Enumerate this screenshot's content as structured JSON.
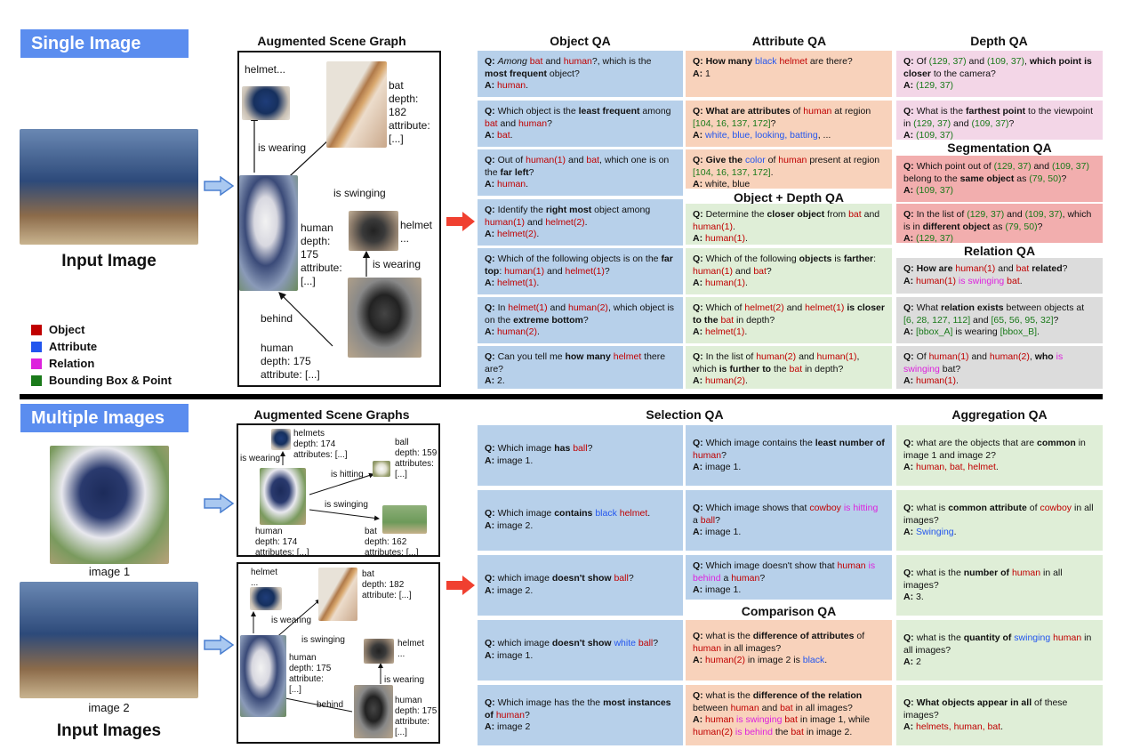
{
  "colors": {
    "object": "#c00000",
    "attribute": "#2255ee",
    "relation": "#dd22dd",
    "bbox": "#1a7a1a",
    "banner": "#5b8def"
  },
  "single": {
    "banner": "Single Image",
    "input_label": "Input Image",
    "sg_title": "Augmented Scene Graph",
    "sg": {
      "helmet": "helmet...",
      "bat": "bat\ndepth:\n182\nattribute:\n[...]",
      "is_wearing1": "is wearing",
      "is_swinging": "is swinging",
      "human1": "human\ndepth:\n175\nattribute:\n[...]",
      "helmet2": "helmet\n...",
      "is_wearing2": "is wearing",
      "behind": "behind",
      "human2": "human\ndepth: 175\nattribute: [...]"
    }
  },
  "legend": [
    {
      "label": "Object",
      "color": "#c00000"
    },
    {
      "label": "Attribute",
      "color": "#2255ee"
    },
    {
      "label": "Relation",
      "color": "#dd22dd"
    },
    {
      "label": "Bounding Box & Point",
      "color": "#1a7a1a"
    }
  ],
  "headers": {
    "object_qa": "Object QA",
    "attribute_qa": "Attribute QA",
    "depth_qa": "Depth QA",
    "seg_qa": "Segmentation QA",
    "objdepth_qa": "Object + Depth QA",
    "relation_qa": "Relation QA",
    "selection_qa": "Selection QA",
    "aggregation_qa": "Aggregation QA",
    "comparison_qa": "Comparison QA"
  },
  "multi": {
    "banner": "Multiple Images",
    "sg_title": "Augmented Scene Graphs",
    "image1": "image 1",
    "image2": "image 2",
    "input_label": "Input Images",
    "sg1": {
      "helmets": "helmets\ndepth: 174\nattributes: [...]",
      "is_wearing": "is wearing",
      "ball": "ball\ndepth: 159\nattributes:\n[...]",
      "is_hitting": "is hitting",
      "is_swinging": "is swinging",
      "human": "human\ndepth: 174\nattributes: [...]",
      "bat": "bat\ndepth: 162\nattributes: [...]"
    },
    "sg2": {
      "helmet": "helmet\n...",
      "bat": "bat\ndepth: 182\nattribute: [...]",
      "is_wearing": "is wearing",
      "is_swinging": "is swinging",
      "helmet2": "helmet\n...",
      "human": "human\ndepth: 175\nattribute:\n[...]",
      "is_wearing2": "is wearing",
      "behind": "behind",
      "human2": "human\ndepth: 175\nattribute:\n[...]"
    }
  },
  "cards": [
    {
      "id": "o1",
      "html": "<b>Q:</b> <i>Among</i> <span class='t-r'>bat</span> and <span class='t-r'>human</span>?, which is the <b>most frequent</b> object?<br><b>A:</b> <span class='t-r'>human</span>."
    },
    {
      "id": "o2",
      "html": "<b>Q:</b> Which object is the <b>least frequent</b> among <span class='t-r'>bat</span> and <span class='t-r'>human</span>?<br><b>A:</b> <span class='t-r'>bat</span>."
    },
    {
      "id": "o3",
      "html": "<b>Q:</b> Out of <span class='t-r'>human(1)</span> and <span class='t-r'>bat</span>, which one is on the <b>far left</b>?<br><b>A:</b> <span class='t-r'>human</span>."
    },
    {
      "id": "o4",
      "html": "<b>Q:</b> Identify the <b>right most</b> object among <span class='t-r'>human(1)</span> and <span class='t-r'>helmet(2)</span>.<br><b>A:</b> <span class='t-r'>helmet(2)</span>."
    },
    {
      "id": "o5",
      "html": "<b>Q:</b> Which of the following objects is on the <b>far top</b>: <span class='t-r'>human(1)</span> and <span class='t-r'>helmet(1)</span>?<br><b>A:</b> <span class='t-r'>helmet(1)</span>."
    },
    {
      "id": "o6",
      "html": "<b>Q:</b> In <span class='t-r'>helmet(1)</span> and <span class='t-r'>human(2)</span>, which object is on the <b>extreme bottom</b>?<br><b>A:</b> <span class='t-r'>human(2)</span>."
    },
    {
      "id": "o7",
      "html": "<b>Q:</b> Can you tell me <b>how many</b> <span class='t-r'>helmet</span> there are?<br><b>A:</b> 2."
    },
    {
      "id": "a1",
      "html": "<b>Q: How many</b> <span class='t-b'>black</span> <span class='t-r'>helmet</span> are there?<br><b>A:</b> 1"
    },
    {
      "id": "a2",
      "html": "<b>Q: What are attributes</b> of <span class='t-r'>human</span> at region <span class='t-g'>[104, 16, 137, 172]</span>?<br><b>A:</b> <span class='t-b'>white, blue, looking, batting</span>, ..."
    },
    {
      "id": "a3",
      "html": "<b>Q: Give the</b> <span class='t-b'>color</span> of <span class='t-r'>human</span> present at region <span class='t-g'>[104, 16, 137, 172]</span>.<br><b>A:</b> white, blue"
    },
    {
      "id": "od1",
      "html": "<b>Q:</b> Determine the <b>closer object</b> from <span class='t-r'>bat</span> and <span class='t-r'>human(1)</span>.<br><b>A:</b> <span class='t-r'>human(1)</span>."
    },
    {
      "id": "od2",
      "html": "<b>Q:</b> Which of the following <b>objects</b> is <b>farther</b>: <span class='t-r'>human(1)</span> and <span class='t-r'>bat</span>?<br><b>A:</b> <span class='t-r'>human(1)</span>."
    },
    {
      "id": "od3",
      "html": "<b>Q:</b> Which of <span class='t-r'>helmet(2)</span> and <span class='t-r'>helmet(1)</span> <b>is closer to the</b> <span class='t-r'>bat</span> in depth?<br><b>A:</b> <span class='t-r'>helmet(1)</span>."
    },
    {
      "id": "od4",
      "html": "<b>Q:</b> In the list of <span class='t-r'>human(2)</span> and <span class='t-r'>human(1)</span>, which <b>is further to</b> the <span class='t-r'>bat</span> in depth?<br><b>A:</b> <span class='t-r'>human(2)</span>."
    },
    {
      "id": "d1",
      "html": "<b>Q:</b> Of <span class='t-g'>(129, 37)</span> and <span class='t-g'>(109, 37)</span>, <b>which point is closer</b> to the camera?<br><b>A:</b> <span class='t-g'>(129, 37)</span>"
    },
    {
      "id": "d2",
      "html": "<b>Q:</b> What is the <b>farthest point</b> to the viewpoint in <span class='t-g'>(129, 37)</span> and <span class='t-g'>(109, 37)</span>?<br><b>A:</b> <span class='t-g'>(109, 37)</span>"
    },
    {
      "id": "s1",
      "html": "<b>Q:</b> Which point out of <span class='t-g'>(129, 37)</span> and <span class='t-g'>(109, 37)</span> belong to the <b>same object</b> as <span class='t-g'>(79, 50)</span>?<br><b>A:</b> <span class='t-g'>(109, 37)</span>"
    },
    {
      "id": "s2",
      "html": "<b>Q:</b> In the list of <span class='t-g'>(129, 37)</span> and <span class='t-g'>(109, 37)</span>, which is in <b>different object</b> as <span class='t-g'>(79, 50)</span>?<br><b>A:</b> <span class='t-g'>(129, 37)</span>"
    },
    {
      "id": "r1",
      "html": "<b>Q: How are</b> <span class='t-r'>human(1)</span> and <span class='t-r'>bat</span> <b>related</b>?<br><b>A:</b> <span class='t-r'>human(1)</span> <span class='t-m'>is swinging</span> <span class='t-r'>bat</span>."
    },
    {
      "id": "r2",
      "html": "<b>Q:</b> What <b>relation exists</b> between objects at <span class='t-g'>[6, 28, 127, 112]</span> and <span class='t-g'>[65, 56, 95, 32]</span>?<br><b>A:</b> <span class='t-g'>[bbox_A]</span> is wearing <span class='t-g'>[bbox_B]</span>."
    },
    {
      "id": "r3",
      "html": "<b>Q:</b> Of <span class='t-r'>human(1)</span> and <span class='t-r'>human(2)</span>, <b>who</b> <span class='t-m'>is swinging</span> bat?<br><b>A:</b> <span class='t-r'>human(1)</span>."
    },
    {
      "id": "sel1",
      "html": "<b>Q:</b> Which image <b>has</b> <span class='t-r'>ball</span>?<br><b>A:</b> image 1."
    },
    {
      "id": "sel2",
      "html": "<b>Q:</b> Which image <b>contains</b> <span class='t-b'>black</span> <span class='t-r'>helmet</span>.<br><b>A:</b> image 2."
    },
    {
      "id": "sel3",
      "html": "<b>Q:</b> which image <b>doesn't show</b> <span class='t-r'>ball</span>?<br><b>A:</b> image 2."
    },
    {
      "id": "sel4",
      "html": "<b>Q:</b> which image <b>doesn't show</b> <span class='t-b'>white</span> <span class='t-r'>ball</span>?<br><b>A:</b> image 1."
    },
    {
      "id": "sel5",
      "html": "<b>Q:</b> Which image has the the <b>most instances of</b> <span class='t-r'>human</span>?<br><b>A:</b> image 2"
    },
    {
      "id": "sel6",
      "html": "<b>Q:</b> Which image contains the <b>least number of</b> <span class='t-r'>human</span>?<br><b>A:</b> image 1."
    },
    {
      "id": "sel7",
      "html": "<b>Q:</b> Which image shows that <span class='t-r'>cowboy</span> <span class='t-m'>is hitting</span> a <span class='t-r'>ball</span>?<br><b>A:</b> image 1."
    },
    {
      "id": "sel8",
      "html": "<b>Q:</b> Which image doesn't show that <span class='t-r'>human</span> <span class='t-m'>is behind</span> a <span class='t-r'>human</span>?<br><b>A:</b> image 1."
    },
    {
      "id": "c1",
      "html": "<b>Q:</b> what is the <b>difference of attributes</b> of <span class='t-r'>human</span> in all images?<br><b>A:</b> <span class='t-r'>human(2)</span> in image 2 is <span class='t-b'>black</span>."
    },
    {
      "id": "c2",
      "html": "<b>Q:</b> what is the <b>difference of the relation</b> between <span class='t-r'>human</span> and <span class='t-r'>bat</span> in all images?<br><b>A:</b> <span class='t-r'>human</span> <span class='t-m'>is swinging</span> <span class='t-r'>bat</span> in image 1, while <span class='t-r'>human(2)</span> <span class='t-m'>is behind</span> the <span class='t-r'>bat</span> in image 2."
    },
    {
      "id": "ag1",
      "html": "<b>Q:</b> what are the objects that are <b>common</b> in image 1 and image 2?<br><b>A:</b> <span class='t-r'>human, bat, helmet</span>."
    },
    {
      "id": "ag2",
      "html": "<b>Q:</b> what is <b>common attribute</b> of <span class='t-r'>cowboy</span> in all images?<br><b>A:</b> <span class='t-b'>Swinging</span>."
    },
    {
      "id": "ag3",
      "html": "<b>Q:</b> what is the <b>number of</b> <span class='t-r'>human</span> in all images?<br><b>A:</b> 3."
    },
    {
      "id": "ag4",
      "html": "<b>Q:</b> what is the <b>quantity of</b> <span class='t-b'>swinging</span> <span class='t-r'>human</span> in all images?<br><b>A:</b> 2"
    },
    {
      "id": "ag5",
      "html": "<b>Q: What objects appear in all</b> of these images?<br><b>A:</b> <span class='t-r'>helmets, human, bat</span>."
    }
  ]
}
